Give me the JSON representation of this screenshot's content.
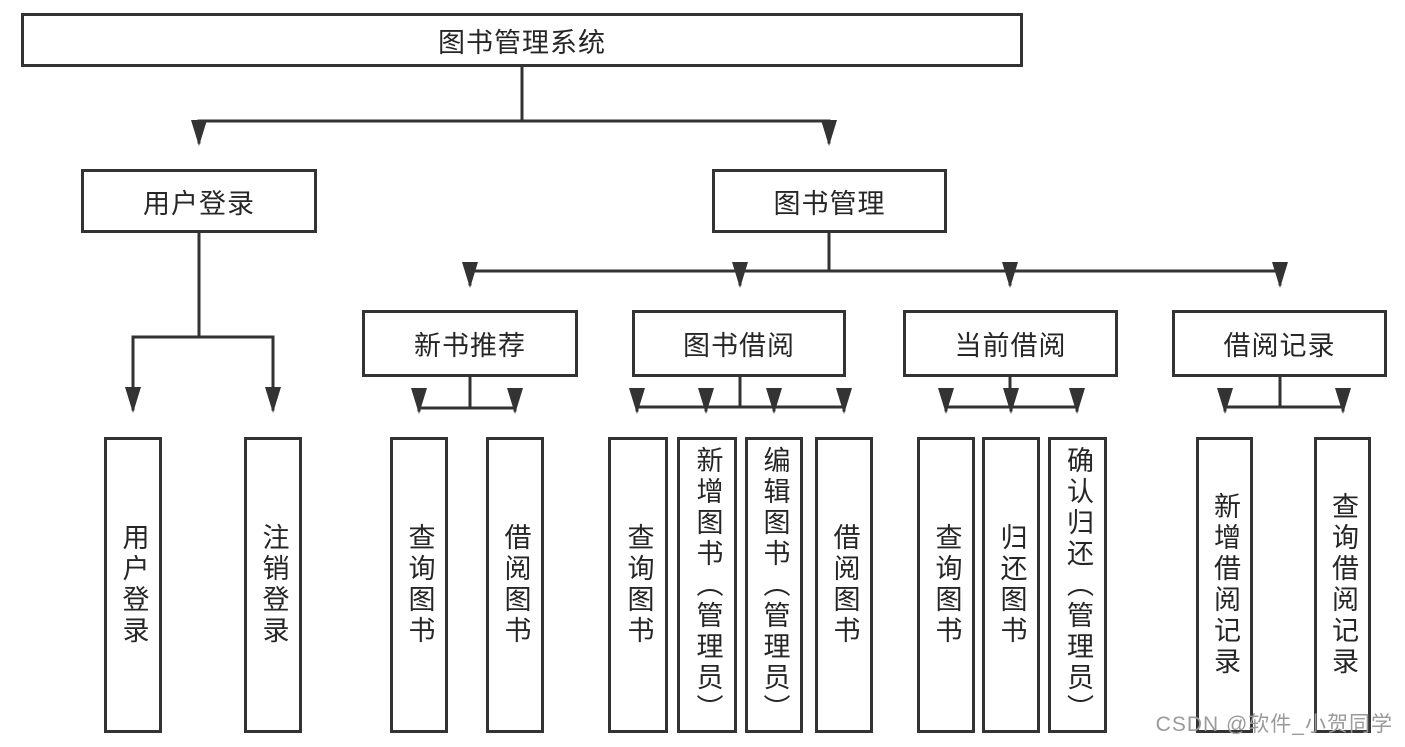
{
  "diagram": {
    "root": {
      "label": "图书管理系统"
    },
    "branches": [
      {
        "label": "用户登录"
      },
      {
        "label": "图书管理"
      }
    ],
    "modules": [
      {
        "label": "新书推荐"
      },
      {
        "label": "图书借阅"
      },
      {
        "label": "当前借阅"
      },
      {
        "label": "借阅记录"
      }
    ],
    "leaves": [
      {
        "label": "用户登录"
      },
      {
        "label": "注销登录"
      },
      {
        "label": "查询图书"
      },
      {
        "label": "借阅图书"
      },
      {
        "label": "查询图书"
      },
      {
        "label": "新增图书（管理员）"
      },
      {
        "label": "编辑图书（管理员）"
      },
      {
        "label": "借阅图书"
      },
      {
        "label": "查询图书"
      },
      {
        "label": "归还图书"
      },
      {
        "label": "确认归还（管理员）"
      },
      {
        "label": "新增借阅记录"
      },
      {
        "label": "查询借阅记录"
      }
    ]
  },
  "watermark": {
    "text": "CSDN @软件_小贺同学"
  },
  "colors": {
    "line": "#333333",
    "text": "#262626",
    "background": "#ffffff",
    "watermark": "#9a9a9a"
  }
}
